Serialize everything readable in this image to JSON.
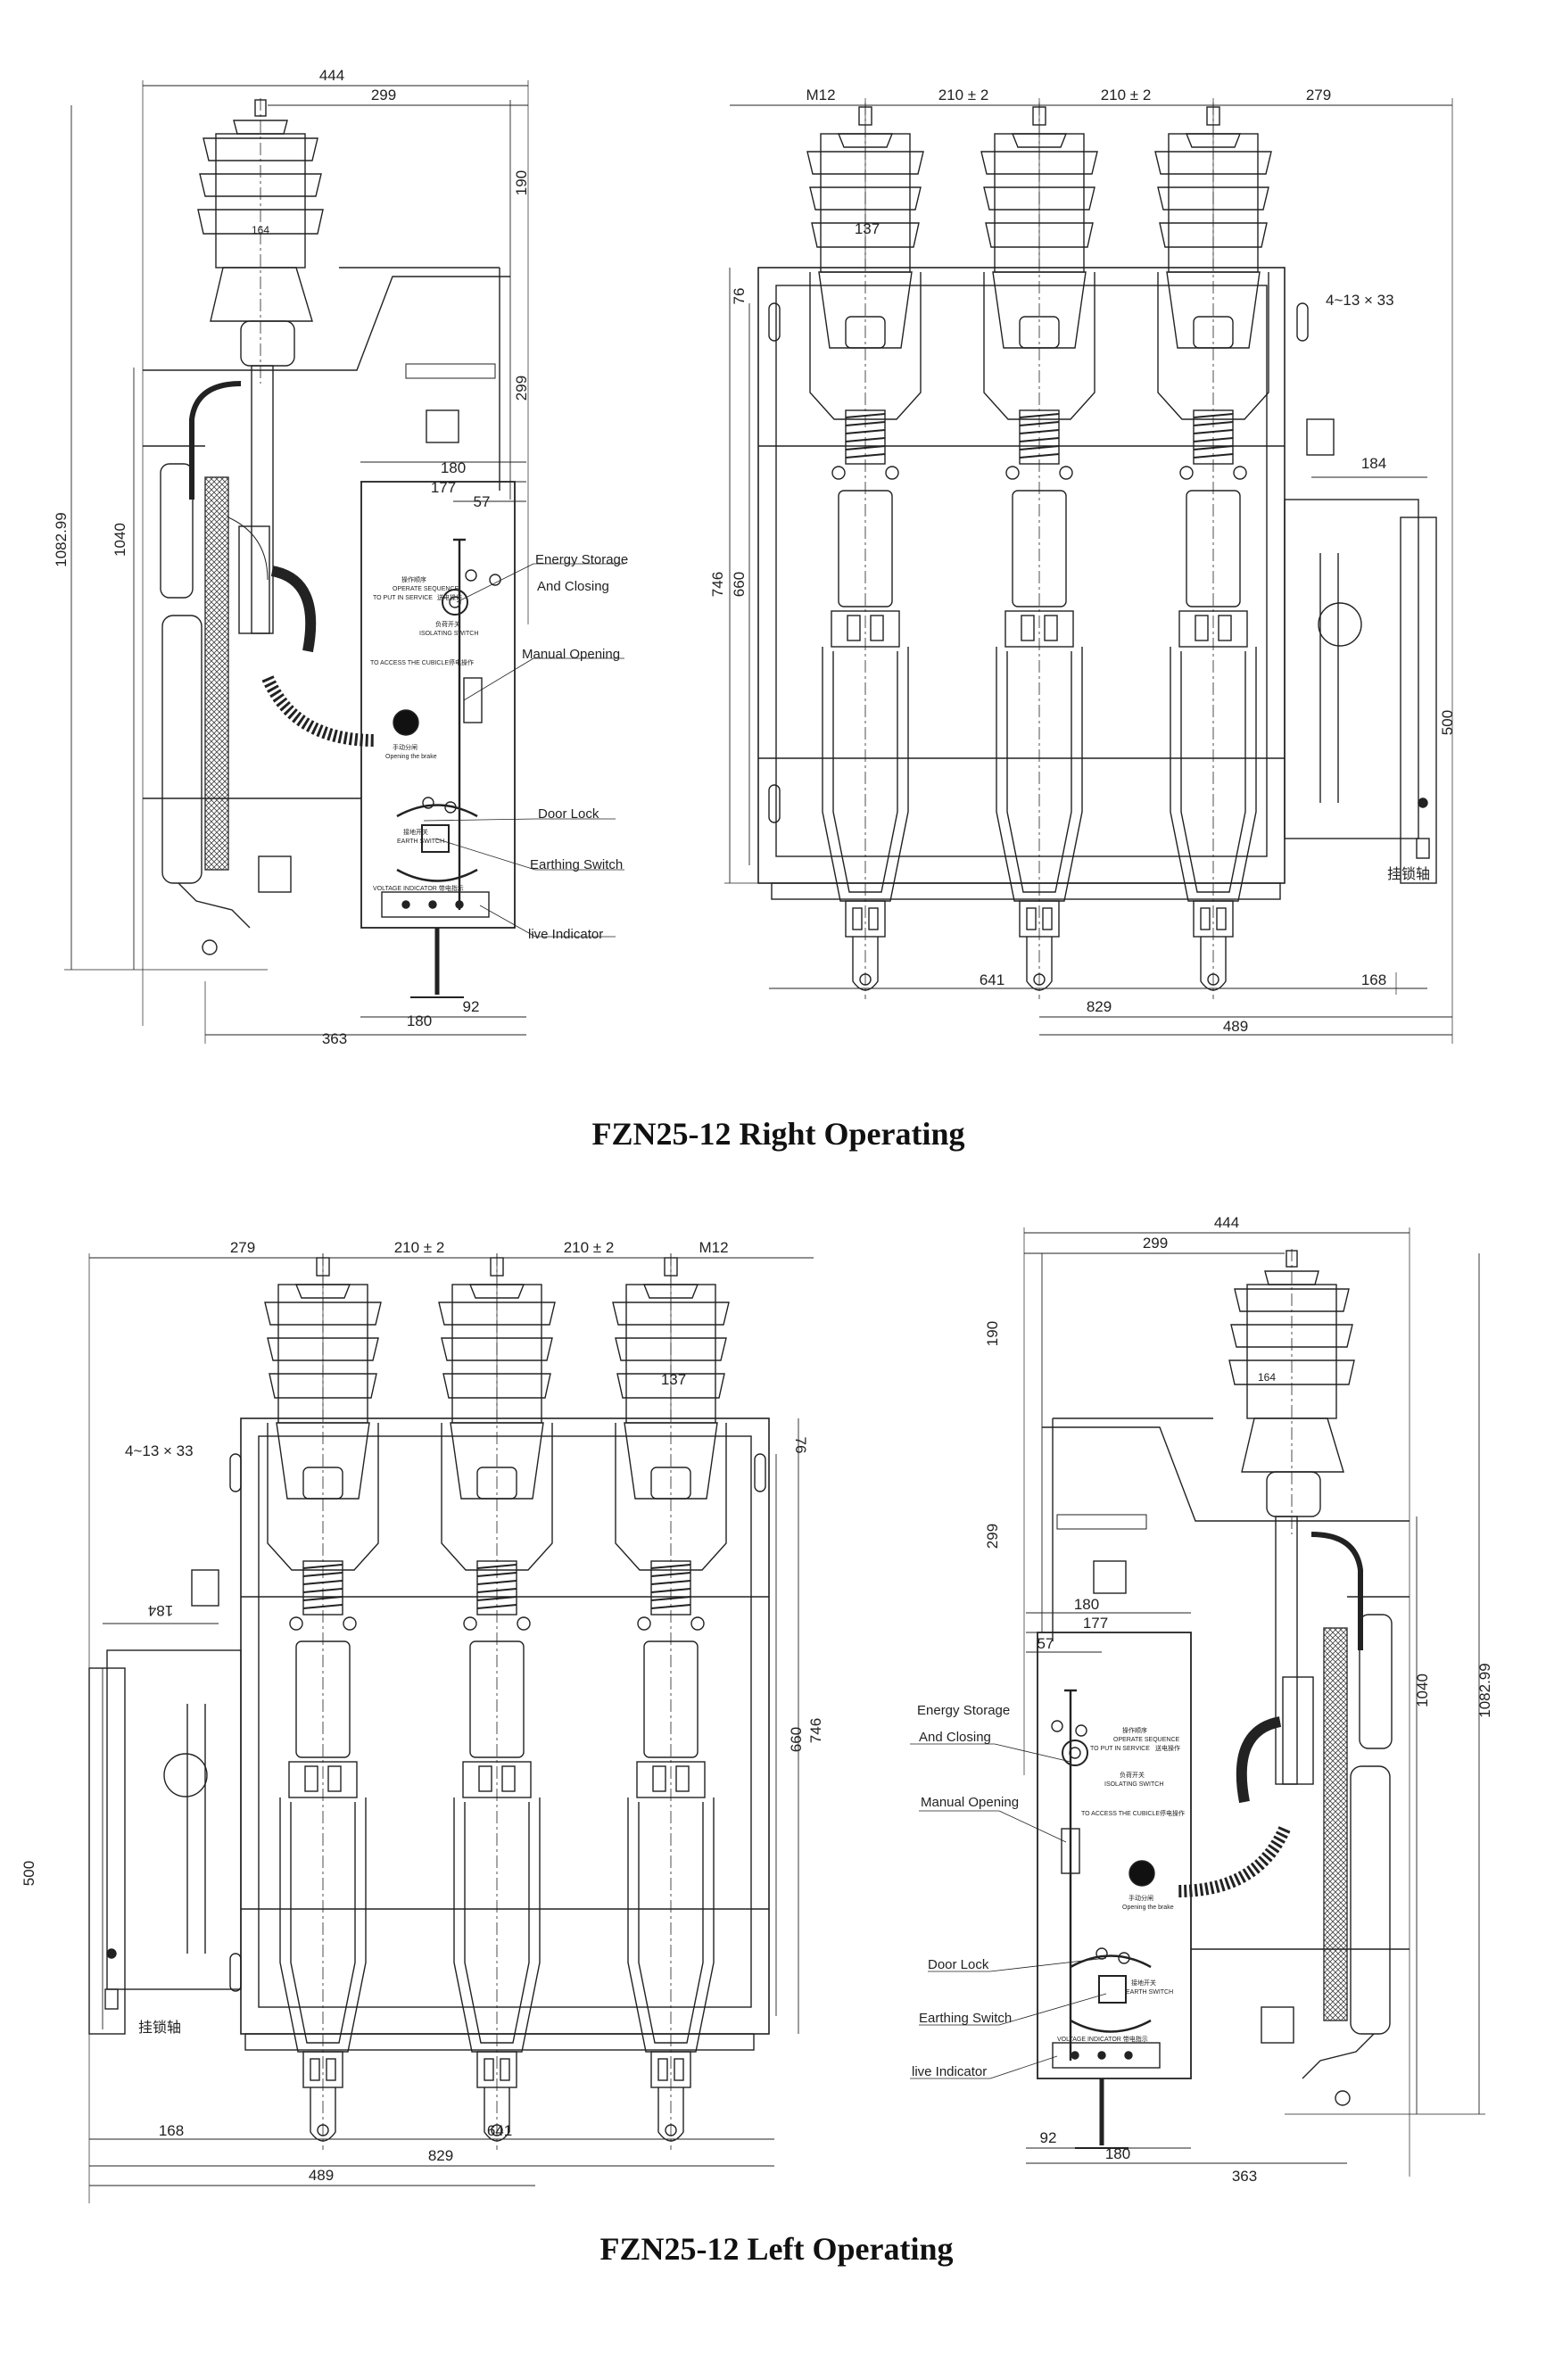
{
  "views": {
    "right": {
      "title": "FZN25-12 Right Operating",
      "side": {
        "dims": {
          "d444": "444",
          "d299": "299",
          "d190": "190",
          "d164": "164",
          "d299b": "299",
          "d180": "180",
          "d177": "177",
          "d57": "57",
          "d1040": "1040",
          "d1082": "1082.99",
          "d92": "92",
          "d180b": "180",
          "d363": "363"
        },
        "labels": {
          "energy1": "Energy Storage",
          "energy2": "And Closing",
          "manual": "Manual Opening",
          "door": "Door Lock",
          "earth": "Earthing Switch",
          "live": "live Indicator"
        }
      },
      "front": {
        "dims": {
          "m12": "M12",
          "p1": "210 ± 2",
          "p2": "210 ± 2",
          "d279": "279",
          "d137": "137",
          "d76": "76",
          "hole": "4~13 × 33",
          "d184": "184",
          "d746": "746",
          "d660": "660",
          "d500": "500",
          "d641": "641",
          "d168": "168",
          "d829": "829",
          "d489": "489"
        },
        "lock_label": "挂锁轴"
      }
    },
    "left": {
      "title": "FZN25-12 Left Operating",
      "side": {
        "dims": {
          "d444": "444",
          "d299": "299",
          "d190": "190",
          "d164": "164",
          "d299b": "299",
          "d180": "180",
          "d177": "177",
          "d57": "57",
          "d1040": "1040",
          "d1082": "1082.99",
          "d92": "92",
          "d180b": "180",
          "d363": "363"
        },
        "labels": {
          "energy1": "Energy Storage",
          "energy2": "And Closing",
          "manual": "Manual Opening",
          "door": "Door Lock",
          "earth": "Earthing Switch",
          "live": "live Indicator"
        }
      },
      "front": {
        "dims": {
          "m12": "M12",
          "p1": "210 ± 2",
          "p2": "210 ± 2",
          "d279": "279",
          "d137": "137",
          "d76": "76",
          "hole": "4~13 × 33",
          "d184": "184",
          "d746": "746",
          "d660": "660",
          "d500": "500",
          "d641": "641",
          "d168": "168",
          "d829": "829",
          "d489": "489"
        },
        "lock_label": "挂锁轴"
      }
    }
  },
  "panel_text": {
    "line1": "操作顺序",
    "line2": "OPERATE SEQUENCE",
    "line3": "TO PUT IN SERVICE",
    "line4": "送电操作",
    "line5": "负荷开关",
    "line6": "ISOLATING SWITCH",
    "line7": "TO ACCESS THE CUBICLE停电操作",
    "line8": "手动分闸",
    "line9": "Opening the brake",
    "line10": "接地开关",
    "line11": "EARTH SWITCH",
    "line12": "VOLTAGE INDICATOR 带电指示"
  }
}
